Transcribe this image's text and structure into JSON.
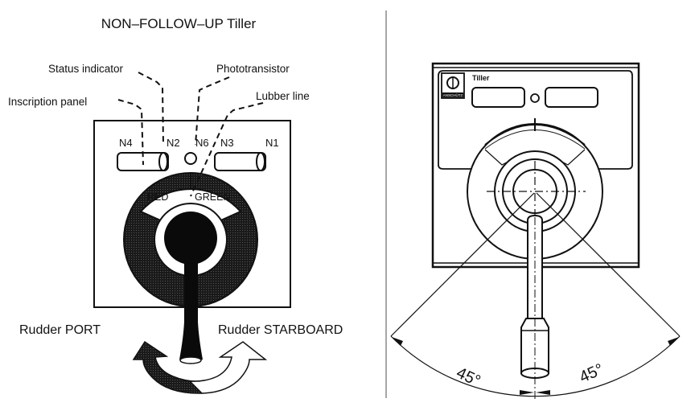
{
  "left_panel": {
    "title": "NON–FOLLOW–UP  Tiller",
    "callouts": {
      "status_indicator": "Status indicator",
      "phototransistor": "Phototransistor",
      "inscription_panel": "Inscription panel",
      "lubber_line": "Lubber line"
    },
    "panel_labels": {
      "n4": "N4",
      "n2": "N2",
      "n6": "N6",
      "n3": "N3",
      "n1": "N1"
    },
    "dial_labels": {
      "red": "RED",
      "green": "GREEN"
    },
    "direction_labels": {
      "port": "Rudder PORT",
      "starboard": "Rudder STARBOARD"
    }
  },
  "right_panel": {
    "device_label": "Tiller",
    "logo_text": "ANSCHÜTZ",
    "angle_left": "45°",
    "angle_right": "45°",
    "angle_left_deg": 45,
    "angle_right_deg": 45
  },
  "colors": {
    "ink": "#111111",
    "shade": "#2b2b2b",
    "divider": "#888888"
  }
}
